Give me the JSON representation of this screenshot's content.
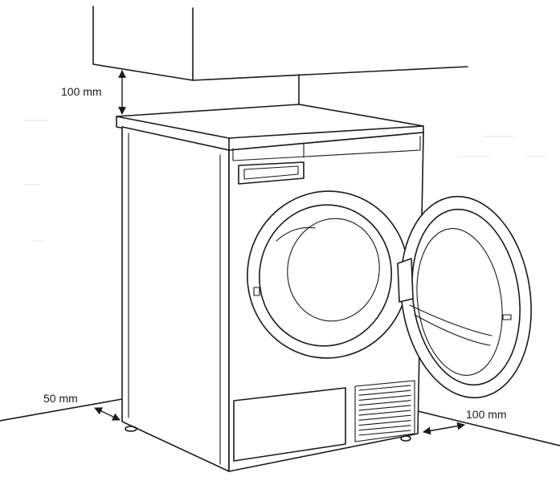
{
  "dimensions": {
    "top_clearance": "100 mm",
    "rear_clearance": "50 mm",
    "side_clearance": "100 mm"
  }
}
